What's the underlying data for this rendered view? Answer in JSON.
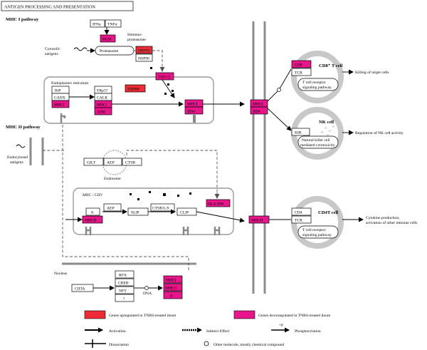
{
  "title": "ANTIGEN PROCESSING AND PRESENTATION",
  "colors": {
    "upregulated": "#ee2b36",
    "downregulated": "#e8168a",
    "membrane": "#8c8c8c"
  },
  "sections": {
    "mhc1": "MHC I pathway",
    "mhc2": "MHC II pathway",
    "nucleus": "Nucleus",
    "er": "Endoplasmic reticulum",
    "miic": "MIIC / CIIV",
    "endosome": "Endosome",
    "immuno_1": "Immuno-",
    "immuno_2": "proteasome",
    "cytosolic_1": "Cytosolic",
    "cytosolic_2": "antigens",
    "endocytosed_1": "Endocytosed",
    "endocytosed_2": "antigens",
    "dna": "DNA"
  },
  "genes": {
    "ifng": "IFNγ",
    "tnfa": "TNFα",
    "pa28": "PA28",
    "proteasome": "Proteasome",
    "hsp70": "HSP70",
    "hsp90": "HSP90",
    "tap12": "TAP1/2",
    "tapbp": "TAPBP",
    "bip": "BiP",
    "canx": "CANX",
    "mhc1_er": "MHCI",
    "erp57": "ERp57",
    "calr": "CALR",
    "mhc1_calr": "MHCI",
    "b2m": "β2M",
    "mhc1_pep": "MHCI",
    "b2m_pep": "β2m",
    "mhc1_mem": "MHCI",
    "b2m_mem": "β2m",
    "cd8": "CD8",
    "tcr1": "TCR",
    "kir": "KIR",
    "gilt": "GILT",
    "aep1": "AEP",
    "ctsb": "CTSB",
    "ii": "Ii",
    "mhc2_ii": "MHCII",
    "aep2": "AEP",
    "slip": "SLIP",
    "ctsbls": "CTSB/L/S",
    "clip": "CLIP",
    "hladm": "HLA-DM",
    "mhc2_mem": "MHCII",
    "cd4": "CD4",
    "tcr2": "TCR",
    "ciita": "CIITA",
    "rfx": "RFX",
    "creb": "CREB",
    "nfy": "NFY",
    "q": "?",
    "mhc1_nuc": "MHCI",
    "mhc2_nuc": "MHCII",
    "ii_nuc": "Ii"
  },
  "cells": {
    "cd8": {
      "name": "CD8⁺ T cell",
      "sig1": "T cell receptor",
      "sig2": "signaling pathway",
      "outcome": "Killing of target cells"
    },
    "nk": {
      "name": "NK cell",
      "sig1": "Natural killer cell",
      "sig2": "mediated cytotoxicity",
      "outcome": "Regulation of NK cell activity"
    },
    "cd4": {
      "name": "CD4T cell",
      "sig1": "T cell receptor",
      "sig2": "signaling pathway",
      "outcome1": "Cytokine production,",
      "outcome2": "activation of other immune cells"
    }
  },
  "legend": {
    "up": "Genes upregulated in TNBS-treated ileum",
    "down": "Genes downregulated in TNBS-treated ileum",
    "activation": "Activation",
    "indirect": "Indirect Effect",
    "phos_sym": "+p",
    "phosphorylation": "Phosphorylation",
    "dissociation": "Dissociation",
    "compound": "Other molecule, mostly chemical compound"
  }
}
